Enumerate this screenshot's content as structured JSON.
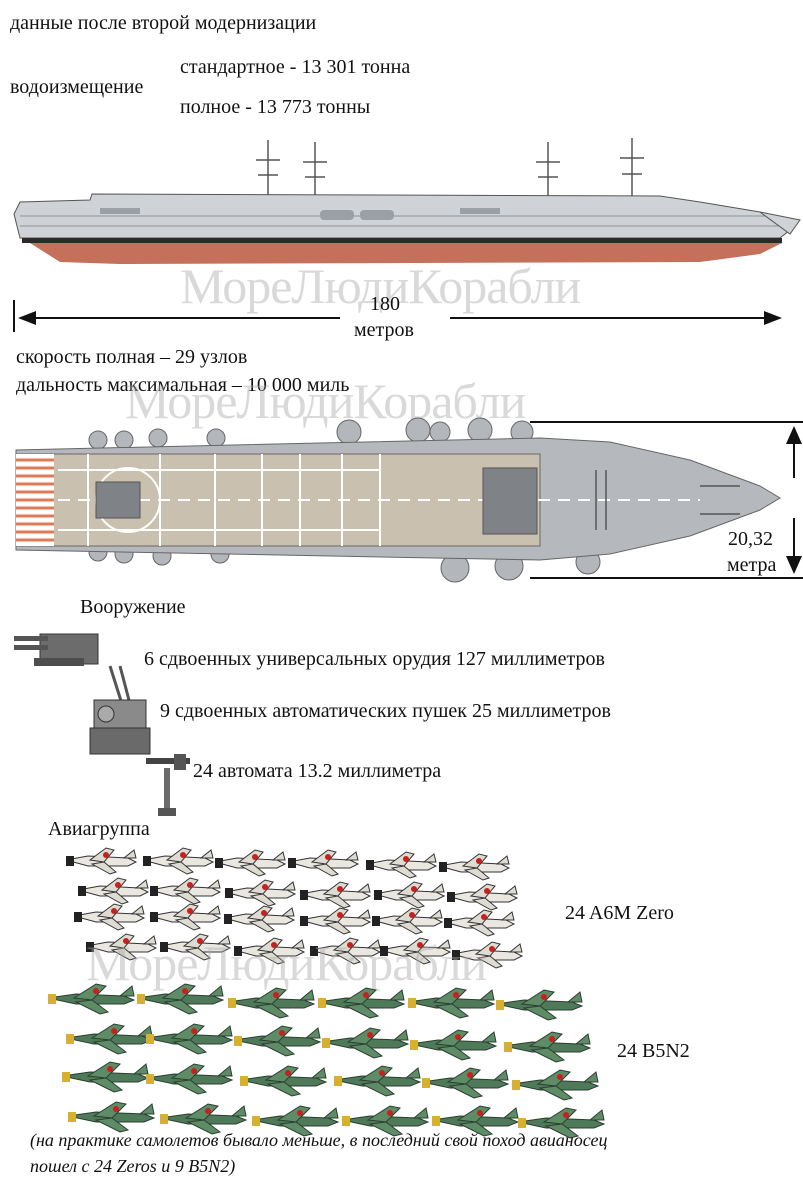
{
  "header": {
    "title": "данные после второй модернизации",
    "displacement_label": "водоизмещение",
    "displacement_standard": "стандартное - 13 301 тонна",
    "displacement_full": "полное    - 13 773 тонны"
  },
  "length": {
    "value": "180",
    "unit": "метров"
  },
  "performance": {
    "speed": "скорость полная – 29 узлов",
    "range": "дальность максимальная – 10 000 миль"
  },
  "beam": {
    "value": "20,32",
    "unit": "метра"
  },
  "armament": {
    "heading": "Вооружение",
    "items": [
      "6 сдвоенных  универсальных  орудия  127 миллиметров",
      "9  сдвоенных  автоматических  пушек  25 миллиметров",
      "24 автомата 13.2 миллиметра"
    ]
  },
  "airgroup": {
    "heading": "Авиагруппа",
    "fighters": "24 A6M Zero",
    "bombers": "24 B5N2",
    "note_line1": "(на практике самолетов бывало меньше, в последний свой поход авианосец",
    "note_line2": "пошел с 24 Zeros и 9 B5N2)"
  },
  "watermark": "МореЛюдиКорабли",
  "colors": {
    "hull_red": "#c4705a",
    "hull_grey": "#cfd2d6",
    "deck_wood": "#c9c0b0",
    "zero_white": "#e9e7e0",
    "b5n2_green": "#4f7a5a",
    "hinomaru": "#c8201e"
  }
}
